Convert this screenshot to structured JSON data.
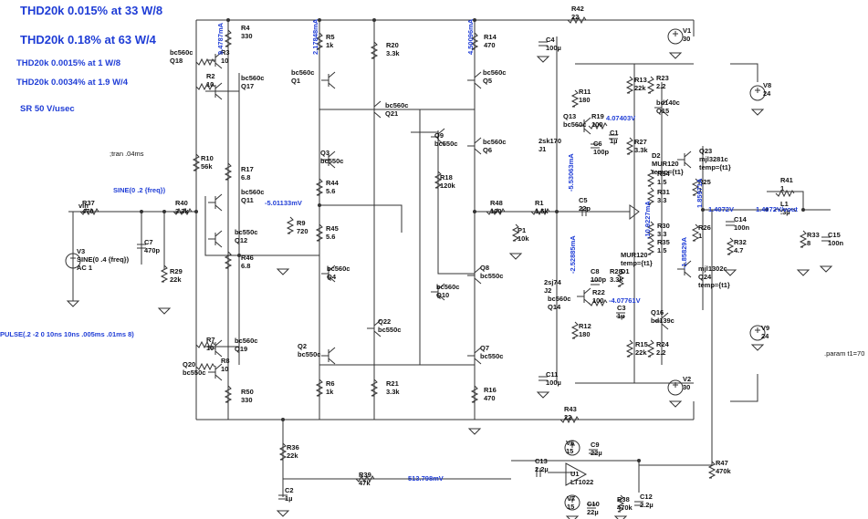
{
  "specs": {
    "s1": "THD20k 0.015% at 33 W/8",
    "s2": "THD20k  0.18% at 63 W/4",
    "s3": "THD20k 0.0015% at 1 W/8",
    "s4": "THD20k 0.0034% at 1.9 W/4",
    "s5": "SR 50 V/usec"
  },
  "directives": {
    "tran": ";tran .04ms",
    "param": ".param t1=70",
    "sine_in": "SINE(0 .2 {freq})",
    "pulse": "PULSE(.2 -2 0 10ns 10ns .005ms .01ms 8)"
  },
  "voltages": [
    "9.4787mA",
    "2.17848mA",
    "4.50096mA",
    "4.07403V",
    "-5.53063mA",
    "1.85971A",
    "-5.01133mV",
    "1.4072V",
    "1.4072V/vout",
    "-10.9227mA",
    "-2.52885mA",
    "-4.07761V",
    "-1.85829A",
    "513.798mV"
  ],
  "sources": {
    "V1": [
      "V1",
      "30"
    ],
    "V2": [
      "V2",
      "30"
    ],
    "V3": [
      "V3",
      "SINE(0 .4 {freq})",
      "AC 1"
    ],
    "V6": [
      "V6",
      "15"
    ],
    "V7": [
      "V7",
      "15"
    ],
    "V8": [
      "V8",
      "24"
    ],
    "V9": [
      "V9",
      "24"
    ]
  },
  "transistors": {
    "Q18": [
      "bc560c",
      "Q18"
    ],
    "Q17": [
      "bc560c",
      "Q17"
    ],
    "Q11": [
      "bc560c",
      "Q11"
    ],
    "Q12": [
      "bc550c",
      "Q12"
    ],
    "Q19": [
      "bc560c",
      "Q19"
    ],
    "Q20": [
      "Q20",
      "bc550c"
    ],
    "Q1": [
      "bc560c",
      "Q1"
    ],
    "Q21": [
      "bc560c",
      "Q21"
    ],
    "Q3": [
      "Q3",
      "bc550c"
    ],
    "Q4": [
      "bc560c",
      "Q4"
    ],
    "Q22": [
      "Q22",
      "bc550c"
    ],
    "Q2": [
      "Q2",
      "bc550c"
    ],
    "Q9": [
      "Q9",
      "bc550c"
    ],
    "Q6": [
      "bc560c",
      "Q6"
    ],
    "Q5": [
      "bc560c",
      "Q5"
    ],
    "Q10": [
      "bc560c",
      "Q10"
    ],
    "Q8": [
      "Q8",
      "bc550c"
    ],
    "Q7": [
      "Q7",
      "bc550c"
    ],
    "Q13": [
      "Q13",
      "bc560c"
    ],
    "Q15": [
      "bd140c",
      "Q15"
    ],
    "Q23": [
      "Q23",
      "mjl3281c",
      "temp={t1}"
    ],
    "Q14": [
      "bc560c",
      "Q14"
    ],
    "Q16": [
      "Q16",
      "bd139c"
    ],
    "Q24": [
      "mjl1302c",
      "Q24",
      "temp={t1}"
    ],
    "J1": [
      "2sk170",
      "J1"
    ],
    "J2": [
      "2sj74",
      "J2"
    ],
    "D2": [
      "D2",
      "MUR120",
      "temp={t1}"
    ],
    "D1": [
      "MUR120",
      "temp={t1}",
      "D1"
    ],
    "U1": [
      "U1",
      "LT1022"
    ]
  },
  "resistors": {
    "R4": [
      "R4",
      "330"
    ],
    "R3": [
      "R3",
      "10"
    ],
    "R2": [
      "R2",
      "10"
    ],
    "R10": [
      "R10",
      "56k"
    ],
    "R17": [
      "R17",
      "6.8"
    ],
    "R46": [
      "R46",
      "6.8"
    ],
    "R7": [
      "R7",
      "10"
    ],
    "R8": [
      "R8",
      "10"
    ],
    "R50": [
      "R50",
      "330"
    ],
    "R37": [
      "R37",
      "470"
    ],
    "R40": [
      "R40",
      "3.3k"
    ],
    "R29": [
      "R29",
      "22k"
    ],
    "R5": [
      "R5",
      "1k"
    ],
    "R20": [
      "R20",
      "3.3k"
    ],
    "R44": [
      "R44",
      "5.6"
    ],
    "R9": [
      "R9",
      "720"
    ],
    "R45": [
      "R45",
      "5.6"
    ],
    "R6": [
      "R6",
      "1k"
    ],
    "R21": [
      "R21",
      "3.3k"
    ],
    "R14": [
      "R14",
      "470"
    ],
    "R18": [
      "R18",
      "120k"
    ],
    "R48": [
      "R48",
      "100"
    ],
    "P1": [
      "P1",
      "10k"
    ],
    "R16": [
      "R16",
      "470"
    ],
    "R1": [
      "R1",
      "1.5k"
    ],
    "R42": [
      "R42",
      "22"
    ],
    "R43": [
      "R43",
      "22"
    ],
    "R11": [
      "R11",
      "180"
    ],
    "R19": [
      "R19",
      "100"
    ],
    "R13": [
      "R13",
      "22k"
    ],
    "R23": [
      "R23",
      "2.2"
    ],
    "R27": [
      "R27",
      "3.3k"
    ],
    "R34": [
      "R34",
      "1.5"
    ],
    "R31": [
      "R31",
      "3.3"
    ],
    "R30": [
      "R30",
      "3.3"
    ],
    "R35": [
      "R35",
      "1.5"
    ],
    "R28": [
      "R28",
      "3.3k"
    ],
    "R22": [
      "R22",
      "100"
    ],
    "R12": [
      "R12",
      "180"
    ],
    "R15": [
      "R15",
      "22k"
    ],
    "R24": [
      "R24",
      "2.2"
    ],
    "R25": [
      "R25",
      "1"
    ],
    "R26": [
      "R26",
      "1"
    ],
    "R41": [
      "R41",
      "1"
    ],
    "R33": [
      "R33",
      "8"
    ],
    "R32": [
      "R32",
      "4.7"
    ],
    "R36": [
      "R36",
      "22k"
    ],
    "R39": [
      "R39",
      "47k"
    ],
    "R47": [
      "R47",
      "470k"
    ],
    "R38": [
      "R38",
      "470k"
    ]
  },
  "capacitors": {
    "C7": [
      "C7",
      "470p"
    ],
    "C4": [
      "C4",
      "100µ"
    ],
    "C11": [
      "C11",
      "100µ"
    ],
    "C5": [
      "C5",
      "22p"
    ],
    "C1": [
      "C1",
      "1µ"
    ],
    "C6": [
      "C6",
      "100p"
    ],
    "C8": [
      "C8",
      "100p"
    ],
    "C3": [
      "C3",
      "1µ"
    ],
    "C14": [
      "C14",
      "100n"
    ],
    "C15": [
      "C15",
      "100n"
    ],
    "L1": [
      "L1",
      ".3µ"
    ],
    "C2": [
      "C2",
      "1µ"
    ],
    "C13": [
      "C13",
      "2.2µ"
    ],
    "C9": [
      "C9",
      "22µ"
    ],
    "C10": [
      "C10",
      "22µ"
    ],
    "C12": [
      "C12",
      "2.2µ"
    ]
  },
  "nets": {
    "vin": "vin"
  }
}
